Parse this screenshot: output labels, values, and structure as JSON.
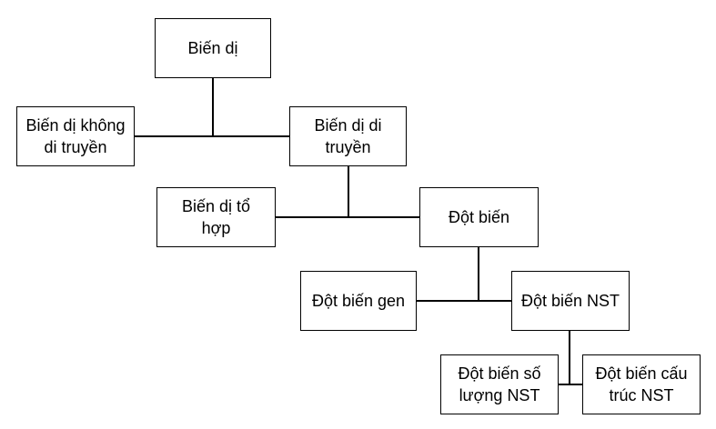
{
  "nodes": {
    "bien_di": "Biến dị",
    "khong_di_truyen": "Biến dị không\ndi truyền",
    "di_truyen": "Biến dị di\ntruyền",
    "to_hop": "Biến dị tổ\nhợp",
    "dot_bien": "Đột biến",
    "dot_bien_gen": "Đột biến gen",
    "dot_bien_nst": "Đột biến NST",
    "so_luong_nst": "Đột biến số\nlượng NST",
    "cau_truc_nst": "Đột biến cấu\ntrúc NST"
  }
}
